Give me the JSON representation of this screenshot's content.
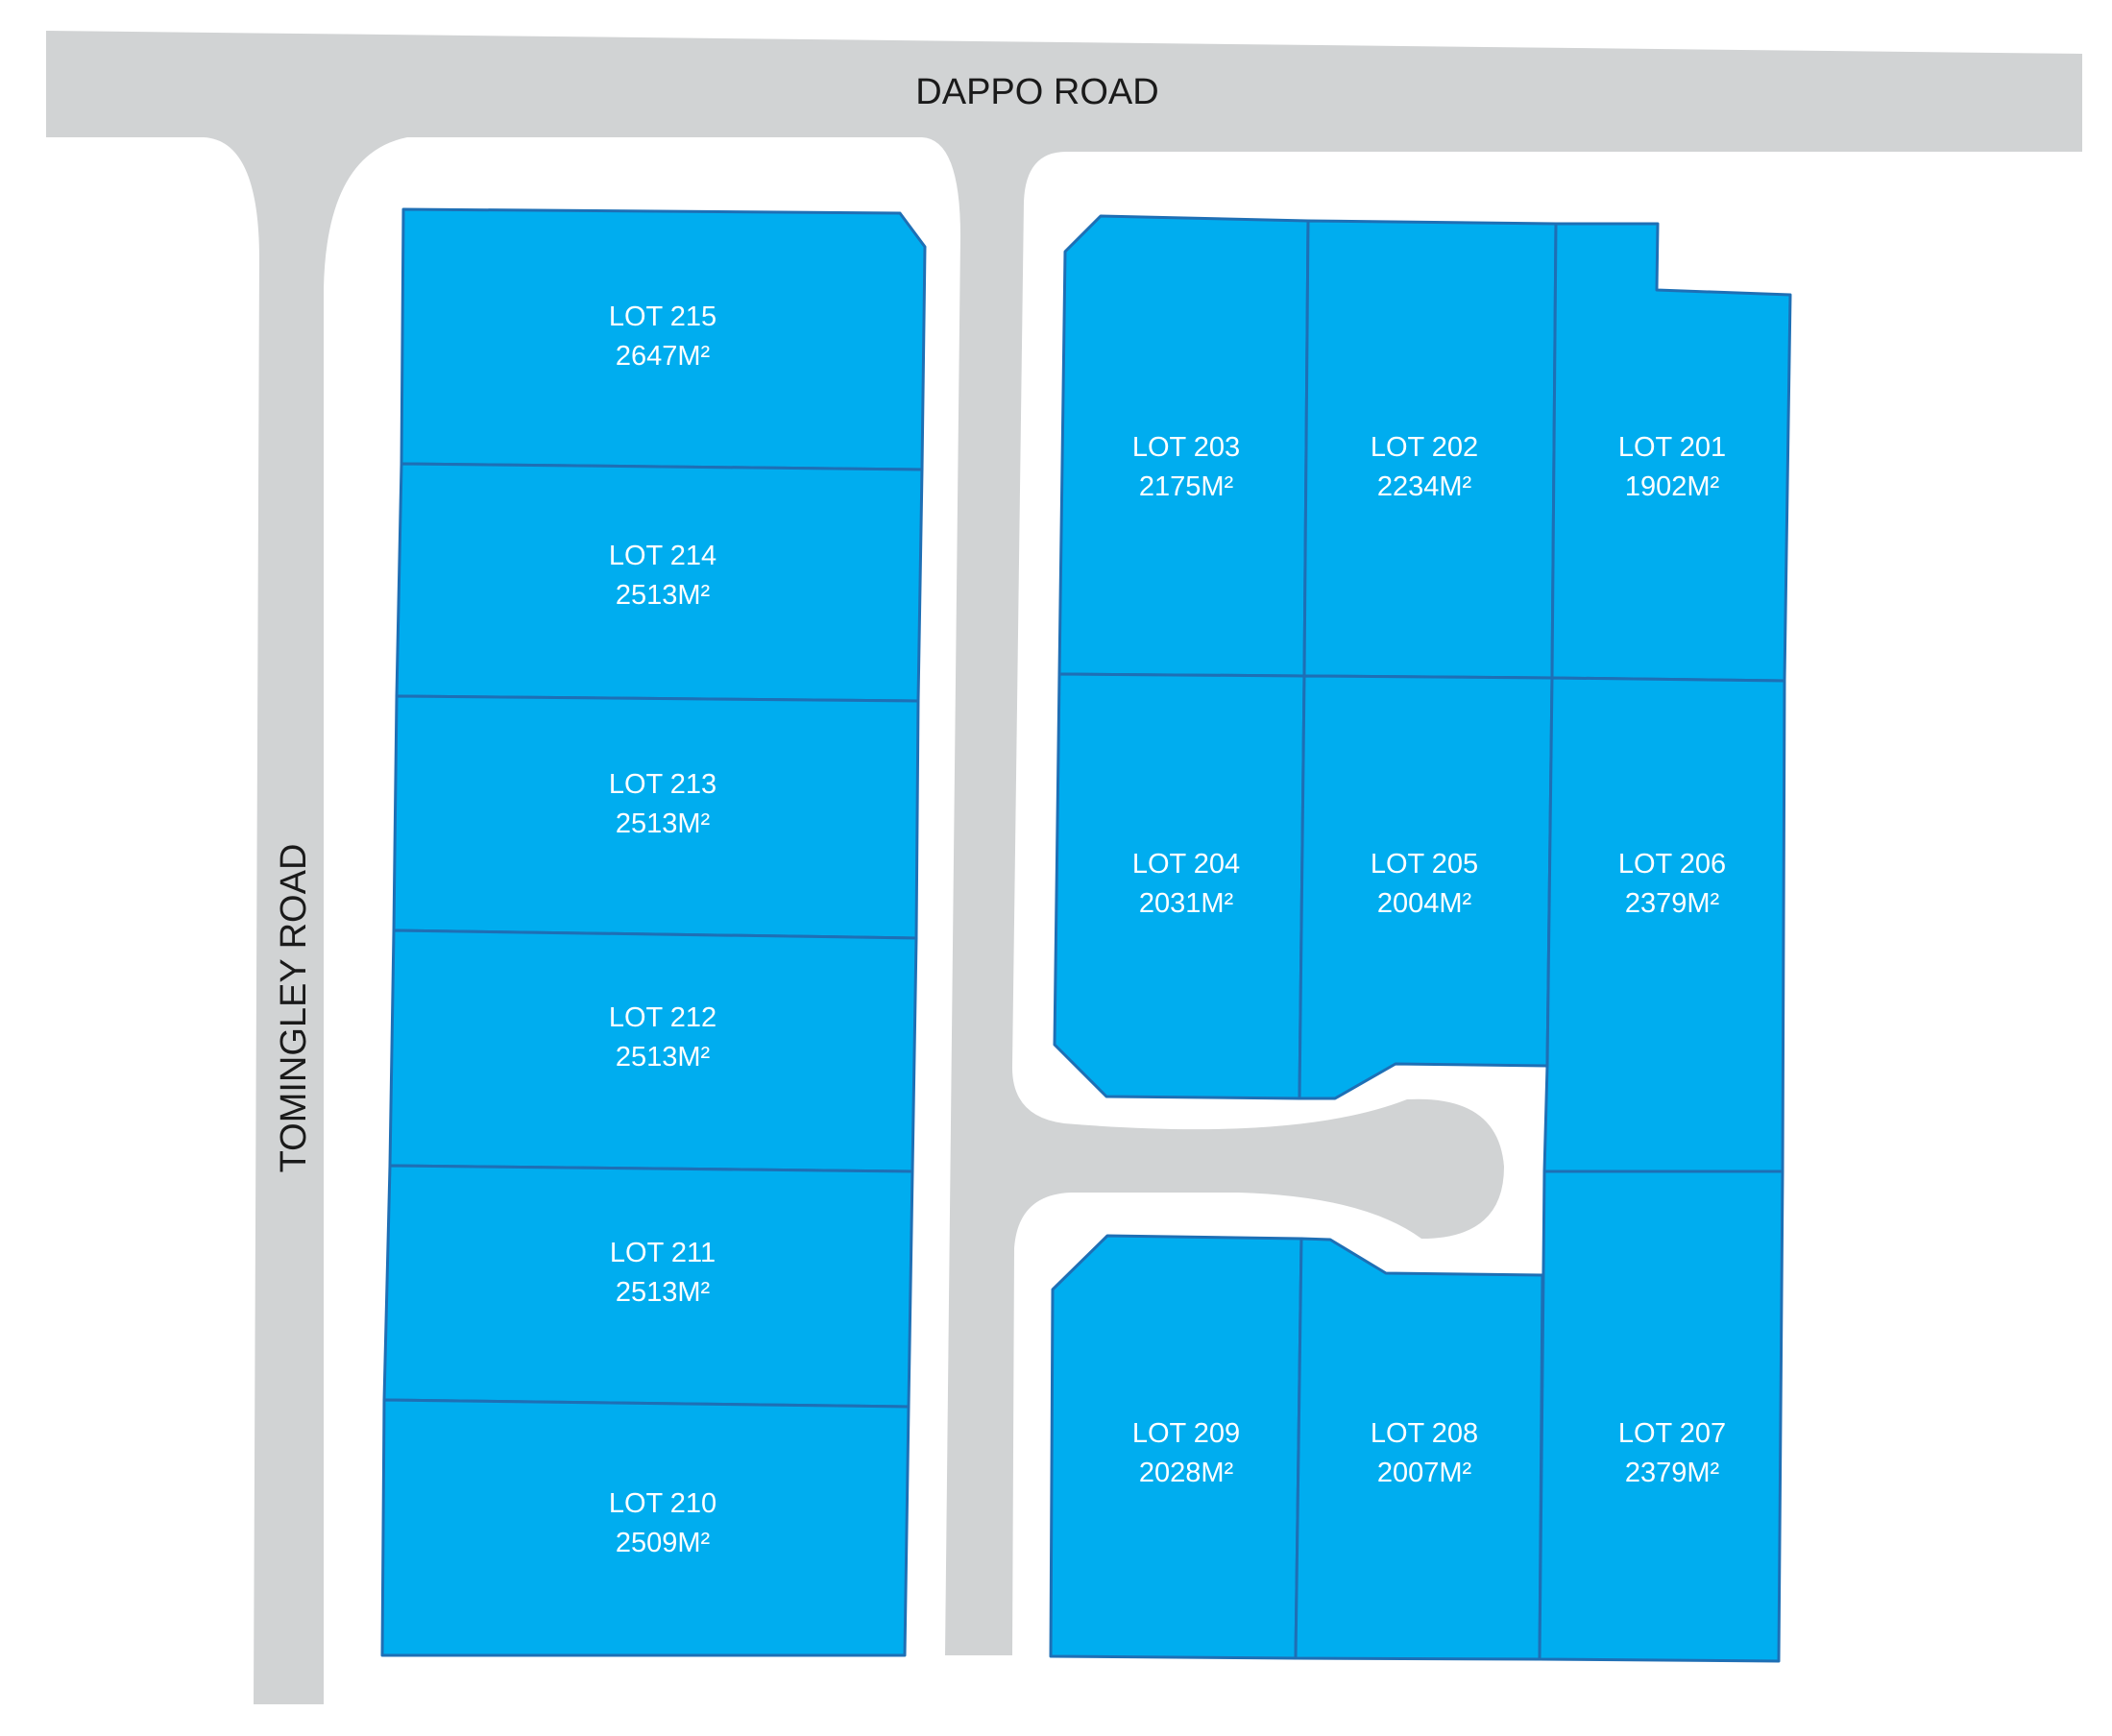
{
  "colors": {
    "road": "#d1d3d4",
    "lot_fill": "#00adef",
    "lot_border": "#1e6fb5",
    "background": "#ffffff",
    "lot_text": "#ffffff",
    "road_text": "#1a1a1a"
  },
  "roads": {
    "dappo": "DAPPO ROAD",
    "tomingley": "TOMINGLEY ROAD"
  },
  "lots": {
    "215": {
      "label": "LOT 215",
      "area": "2647M²"
    },
    "214": {
      "label": "LOT 214",
      "area": "2513M²"
    },
    "213": {
      "label": "LOT 213",
      "area": "2513M²"
    },
    "212": {
      "label": "LOT 212",
      "area": "2513M²"
    },
    "211": {
      "label": "LOT 211",
      "area": "2513M²"
    },
    "210": {
      "label": "LOT 210",
      "area": "2509M²"
    },
    "203": {
      "label": "LOT 203",
      "area": "2175M²"
    },
    "202": {
      "label": "LOT 202",
      "area": "2234M²"
    },
    "201": {
      "label": "LOT 201",
      "area": "1902M²"
    },
    "204": {
      "label": "LOT 204",
      "area": "2031M²"
    },
    "205": {
      "label": "LOT 205",
      "area": "2004M²"
    },
    "206": {
      "label": "LOT 206",
      "area": "2379M²"
    },
    "209": {
      "label": "LOT 209",
      "area": "2028M²"
    },
    "208": {
      "label": "LOT 208",
      "area": "2007M²"
    },
    "207": {
      "label": "LOT 207",
      "area": "2379M²"
    }
  }
}
